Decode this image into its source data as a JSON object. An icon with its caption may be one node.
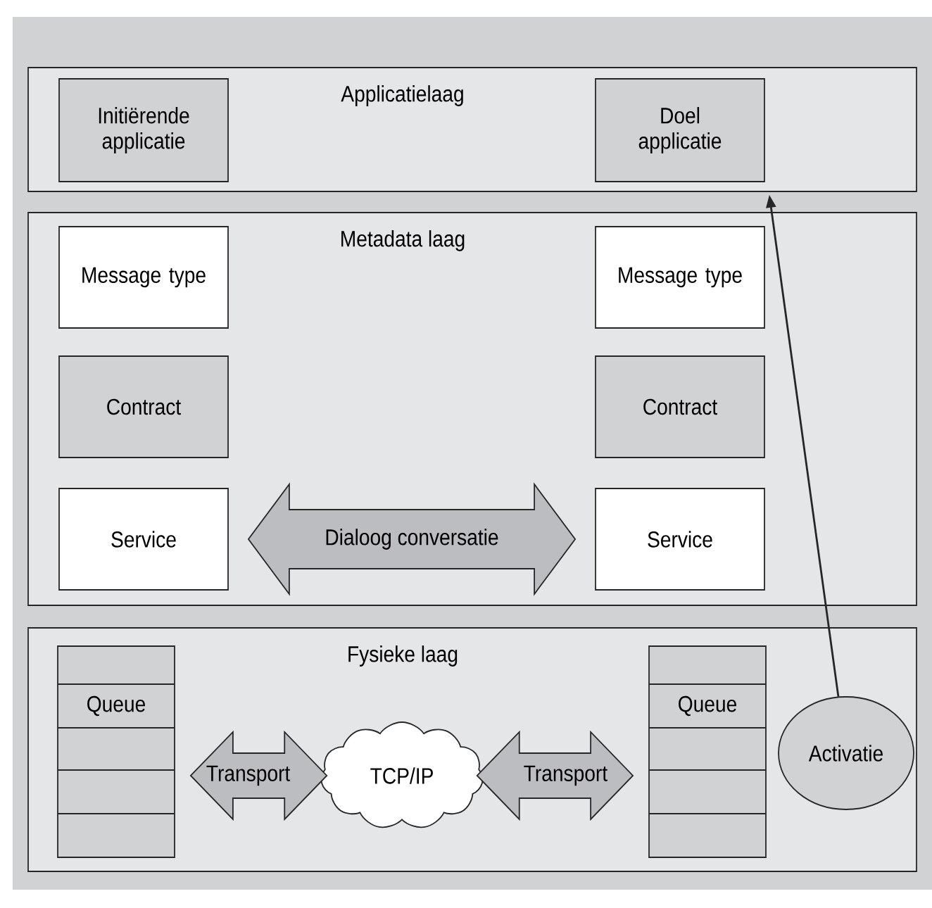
{
  "diagram": {
    "nodes": [
      {
        "text": [
          "Applicatielaag"
        ]
      },
      {
        "text": [
          "Initiërende applicatie"
        ],
        "in": 0
      },
      {
        "text": [
          "Doel applicatie"
        ],
        "in": 0
      },
      {
        "text": [
          "Metadata laag"
        ]
      },
      {
        "text": [
          "Message type"
        ],
        "in": 3
      },
      {
        "text": [
          "Message type"
        ],
        "in": 3
      },
      {
        "text": [
          "Contract"
        ],
        "in": 3
      },
      {
        "text": [
          "Contract"
        ],
        "in": 3
      },
      {
        "text": [
          "Service"
        ],
        "in": 3
      },
      {
        "text": [
          "Service"
        ],
        "in": 3
      },
      {
        "text": [
          "Fysieke laag"
        ]
      },
      {
        "text": [
          "Queue"
        ],
        "in": 10
      },
      {
        "text": [
          "TCP/IP"
        ],
        "in": 10
      },
      {
        "text": [
          "Queue"
        ],
        "in": 10
      },
      {
        "text": [
          "Activatie"
        ],
        "in": 10
      }
    ],
    "edges": [
      {
        "from": 8,
        "to": 9,
        "arrow": "both",
        "label": "Dialoog conversatie"
      },
      {
        "from": 11,
        "to": 12,
        "arrow": "both",
        "label": "Transport"
      },
      {
        "from": 12,
        "to": 13,
        "arrow": "both",
        "label": "Transport"
      },
      {
        "from": 14,
        "to": 2,
        "arrow": "to"
      }
    ]
  }
}
